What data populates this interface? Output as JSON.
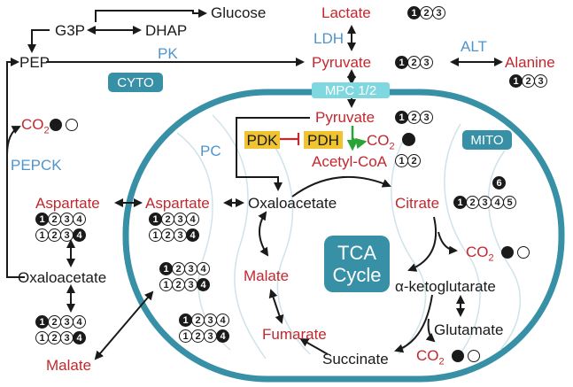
{
  "labels": {
    "glucose": "Glucose",
    "g3p": "G3P",
    "dhap": "DHAP",
    "pep": "PEP",
    "pk": "PK",
    "cyto": "CYTO",
    "lactate": "Lactate",
    "ldh": "LDH",
    "pyruvate_cyto": "Pyruvate",
    "alt": "ALT",
    "alanine": "Alanine",
    "mpc": "MPC 1/2",
    "pyruvate_mito": "Pyruvate",
    "pdk": "PDK",
    "pdh": "PDH",
    "co2_pdh_main": "CO",
    "co2_pdh_sub": "2",
    "mito": "MITO",
    "acetylcoa": "Acetyl-CoA",
    "pc": "PC",
    "co2_pepck_main": "CO",
    "co2_pepck_sub": "2",
    "pepck": "PEPCK",
    "aspartate_cyto": "Aspartate",
    "aspartate_mito": "Aspartate",
    "oaa_mito": "Oxaloacetate",
    "citrate": "Citrate",
    "oaa_cyto": "Oxaloacetate",
    "tca_line1": "TCA",
    "tca_line2": "Cycle",
    "co2_akg_main": "CO",
    "co2_akg_sub": "2",
    "akg": "α-ketoglutarate",
    "malate_mito": "Malate",
    "glutamate": "Glutamate",
    "fumarate": "Fumarate",
    "malate_cyto": "Malate",
    "succinate": "Succinate",
    "co2_succ_main": "CO",
    "co2_succ_sub": "2",
    "citrate_top_number": "6"
  },
  "colors": {
    "red": "#c3282e",
    "blue": "#4f94cc",
    "teal": "#3790a6",
    "mpc_box": "#7fd7df",
    "yellow": "#f0c431",
    "green": "#2aa336",
    "black": "#1a1a1a"
  },
  "isotope_sets": {
    "lactate": [
      "1f",
      "2",
      "3"
    ],
    "pyruvate_cyto": [
      "1f",
      "2",
      "3"
    ],
    "alanine": [
      "1f",
      "2",
      "3"
    ],
    "pyruvate_mito": [
      "1f",
      "2",
      "3"
    ],
    "acetylcoa": [
      "1",
      "2"
    ],
    "citrate": [
      "1f",
      "2",
      "3",
      "4",
      "5"
    ],
    "asp_cyto_a": [
      "1f",
      "2",
      "3",
      "4"
    ],
    "asp_cyto_b": [
      "1",
      "2",
      "3",
      "4f"
    ],
    "asp_mito_a": [
      "1f",
      "2",
      "3",
      "4"
    ],
    "asp_mito_b": [
      "1",
      "2",
      "3",
      "4f"
    ],
    "malate_mito_a": [
      "1f",
      "2",
      "3",
      "4"
    ],
    "malate_mito_b": [
      "1",
      "2",
      "3",
      "4f"
    ],
    "fumarate_a": [
      "1f",
      "2",
      "3",
      "4"
    ],
    "fumarate_b": [
      "1",
      "2",
      "3",
      "4f"
    ],
    "malate_cyto_a": [
      "1f",
      "2",
      "3",
      "4"
    ],
    "malate_cyto_b": [
      "1",
      "2",
      "3",
      "4f"
    ]
  }
}
